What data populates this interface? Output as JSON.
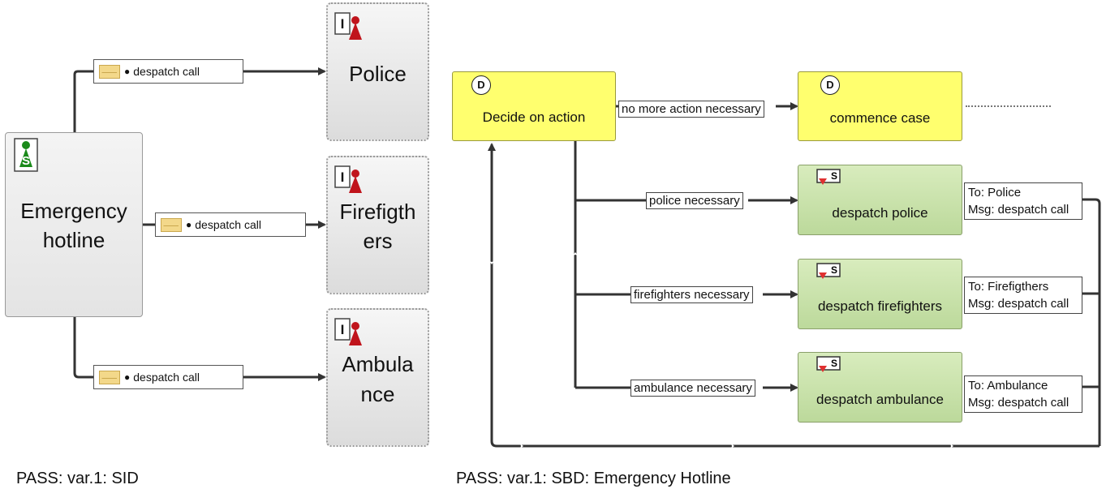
{
  "sid": {
    "caption": "PASS: var.1: SID",
    "main_subject": {
      "name_line1": "Emergency",
      "name_line2": "hotline",
      "badge": "S"
    },
    "external_subjects": [
      {
        "line1": "Police",
        "line2": "",
        "badge": "I"
      },
      {
        "line1": "Firefigth",
        "line2": "ers",
        "badge": "I"
      },
      {
        "line1": "Ambula",
        "line2": "nce",
        "badge": "I"
      }
    ],
    "messages": [
      {
        "label": "despatch call"
      },
      {
        "label": "despatch call"
      },
      {
        "label": "despatch call"
      }
    ],
    "colors": {
      "start_subject": "#1a8a1a",
      "interface_subject": "#c0141c"
    }
  },
  "sbd": {
    "caption": "PASS: var.1: SBD: Emergency Hotline",
    "decide": {
      "badge": "D",
      "name": "Decide on action"
    },
    "commence": {
      "badge": "D",
      "name": "commence case"
    },
    "no_more_label": "no more action necessary",
    "sends": [
      {
        "name": "despatch police",
        "transition": "police necessary",
        "badge": "S",
        "to": "To: Police",
        "msg": "Msg: despatch call"
      },
      {
        "name": "despatch firefighters",
        "transition": "firefighters necessary",
        "badge": "S",
        "to": "To: Firefigthers",
        "msg": "Msg: despatch call"
      },
      {
        "name": "despatch ambulance",
        "transition": "ambulance necessary",
        "badge": "S",
        "to": "To: Ambulance",
        "msg": "Msg: despatch call"
      }
    ],
    "colors": {
      "decision_state": "#ffff6e",
      "send_state": "#c8e2a8"
    }
  }
}
